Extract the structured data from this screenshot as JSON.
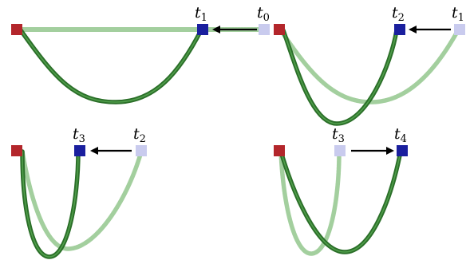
{
  "colors": {
    "fixed_anchor": "#b3262b",
    "current_end": "#1a1f9e",
    "previous_end": "#c9cbee",
    "rope_current": "#2f7a2d",
    "rope_previous": "#9ccc97",
    "arrow": "#000000"
  },
  "panels": [
    {
      "id": "panel-1",
      "prev_label": {
        "base": "t",
        "sub": "0"
      },
      "curr_label": {
        "base": "t",
        "sub": "1"
      }
    },
    {
      "id": "panel-2",
      "prev_label": {
        "base": "t",
        "sub": "1"
      },
      "curr_label": {
        "base": "t",
        "sub": "2"
      }
    },
    {
      "id": "panel-3",
      "prev_label": {
        "base": "t",
        "sub": "2"
      },
      "curr_label": {
        "base": "t",
        "sub": "3"
      }
    },
    {
      "id": "panel-4",
      "prev_label": {
        "base": "t",
        "sub": "3"
      },
      "curr_label": {
        "base": "t",
        "sub": "4"
      }
    }
  ]
}
